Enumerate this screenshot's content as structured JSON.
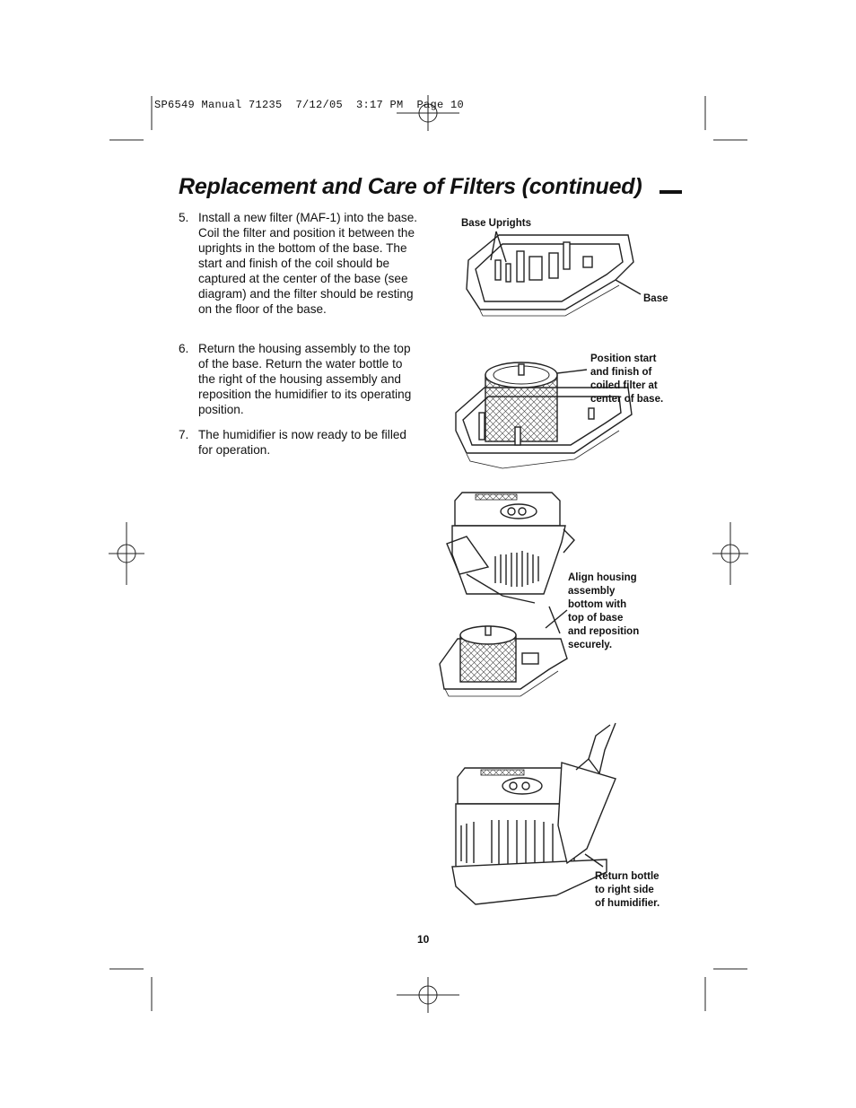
{
  "slug_line": "SP6549 Manual 71235  7/12/05  3:17 PM  Page 10",
  "title": "Replacement and Care of Filters (continued)",
  "steps": [
    {
      "number": "5.",
      "text": "Install a new filter (MAF-1) into the base. Coil the filter and position it between the uprights in the bottom of the base. The start and finish of the coil should be captured at the center of the base (see diagram) and the filter should be resting on the floor of the base."
    },
    {
      "number": "6.",
      "text": "Return the housing assembly to the top of the base. Return the water bottle to the right of the housing assembly  and reposition the humidifier to its operating position."
    },
    {
      "number": "7.",
      "text": "The humidifier is now ready to be filled for operation."
    }
  ],
  "figures": {
    "fig1": {
      "label_uprights": "Base Uprights",
      "label_base": "Base"
    },
    "fig2": {
      "label": "Position start\nand finish of\ncoiled filter at\ncenter of base."
    },
    "fig3": {
      "label": "Align housing\nassembly\nbottom with\ntop of base\nand reposition\nsecurely."
    },
    "fig4": {
      "label": "Return bottle\nto right side\nof humidifier."
    }
  },
  "page_number": "10"
}
